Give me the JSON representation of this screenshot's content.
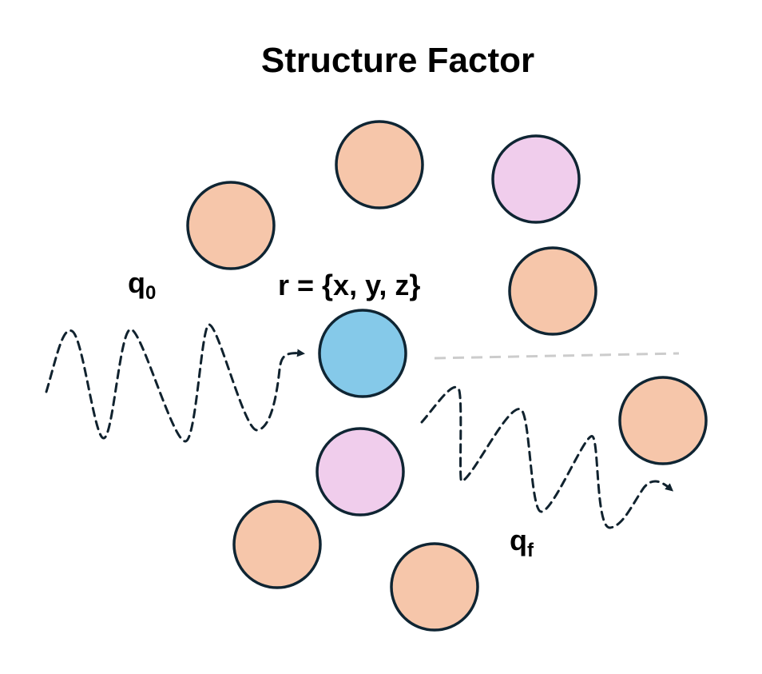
{
  "title": "Structure Factor",
  "labels": {
    "incident_wave": "q",
    "incident_wave_sub": "0",
    "position": "r = {x, y, z}",
    "scattered_wave": "q",
    "scattered_wave_sub": "f"
  },
  "colors": {
    "atom_peach": "#f6c6aa",
    "atom_pink": "#f0cdec",
    "atom_blue": "#85c9e9",
    "outline": "#0f2533",
    "wave": "#10222e",
    "guide_line": "#cccccc"
  },
  "atoms": [
    {
      "kind": "peach"
    },
    {
      "kind": "peach"
    },
    {
      "kind": "pink"
    },
    {
      "kind": "peach"
    },
    {
      "kind": "blue",
      "role": "reference"
    },
    {
      "kind": "pink"
    },
    {
      "kind": "peach"
    },
    {
      "kind": "peach"
    },
    {
      "kind": "peach"
    }
  ]
}
